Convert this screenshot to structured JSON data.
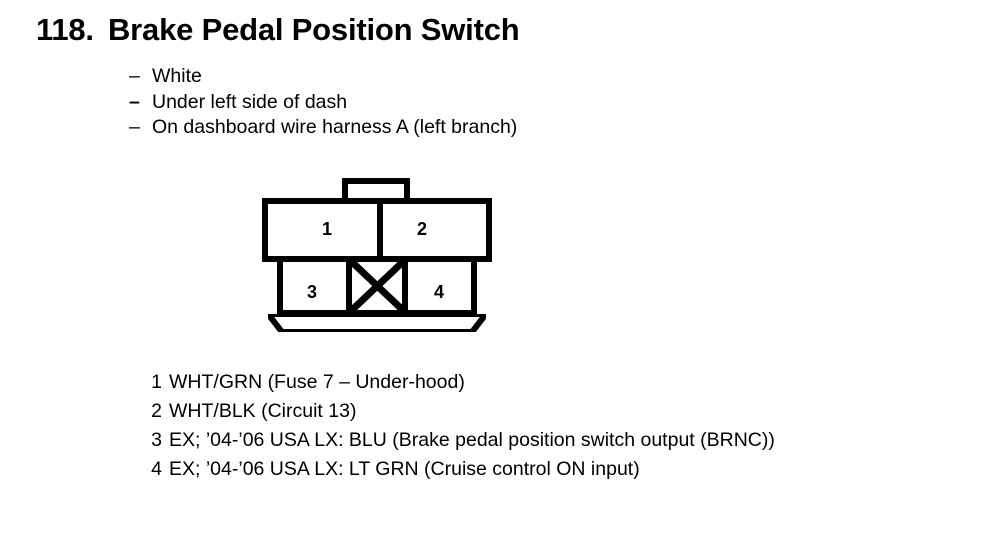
{
  "heading": {
    "number": "118.",
    "title": "Brake Pedal Position Switch"
  },
  "bullets": [
    {
      "dash": "–",
      "text": "White"
    },
    {
      "dash": "–",
      "text": "Under left side of dash"
    },
    {
      "dash": "–",
      "text": "On dashboard wire harness A (left branch)"
    }
  ],
  "connector": {
    "top_row": [
      {
        "pin": "1"
      },
      {
        "pin": "2"
      }
    ],
    "bottom_row": [
      {
        "pin": "3"
      },
      {
        "pin": "",
        "blocked": true
      },
      {
        "pin": "4"
      }
    ]
  },
  "legend": [
    {
      "num": "1",
      "text": "WHT/GRN (Fuse 7 – Under-hood)"
    },
    {
      "num": "2",
      "text": "WHT/BLK (Circuit 13)"
    },
    {
      "num": "3",
      "text": "EX; ’04-’06 USA LX: BLU (Brake pedal position switch output (BRNC))"
    },
    {
      "num": "4",
      "text": "EX; ’04-’06 USA LX: LT GRN (Cruise control ON input)"
    }
  ],
  "colors": {
    "ink": "#000000",
    "page": "#ffffff"
  }
}
